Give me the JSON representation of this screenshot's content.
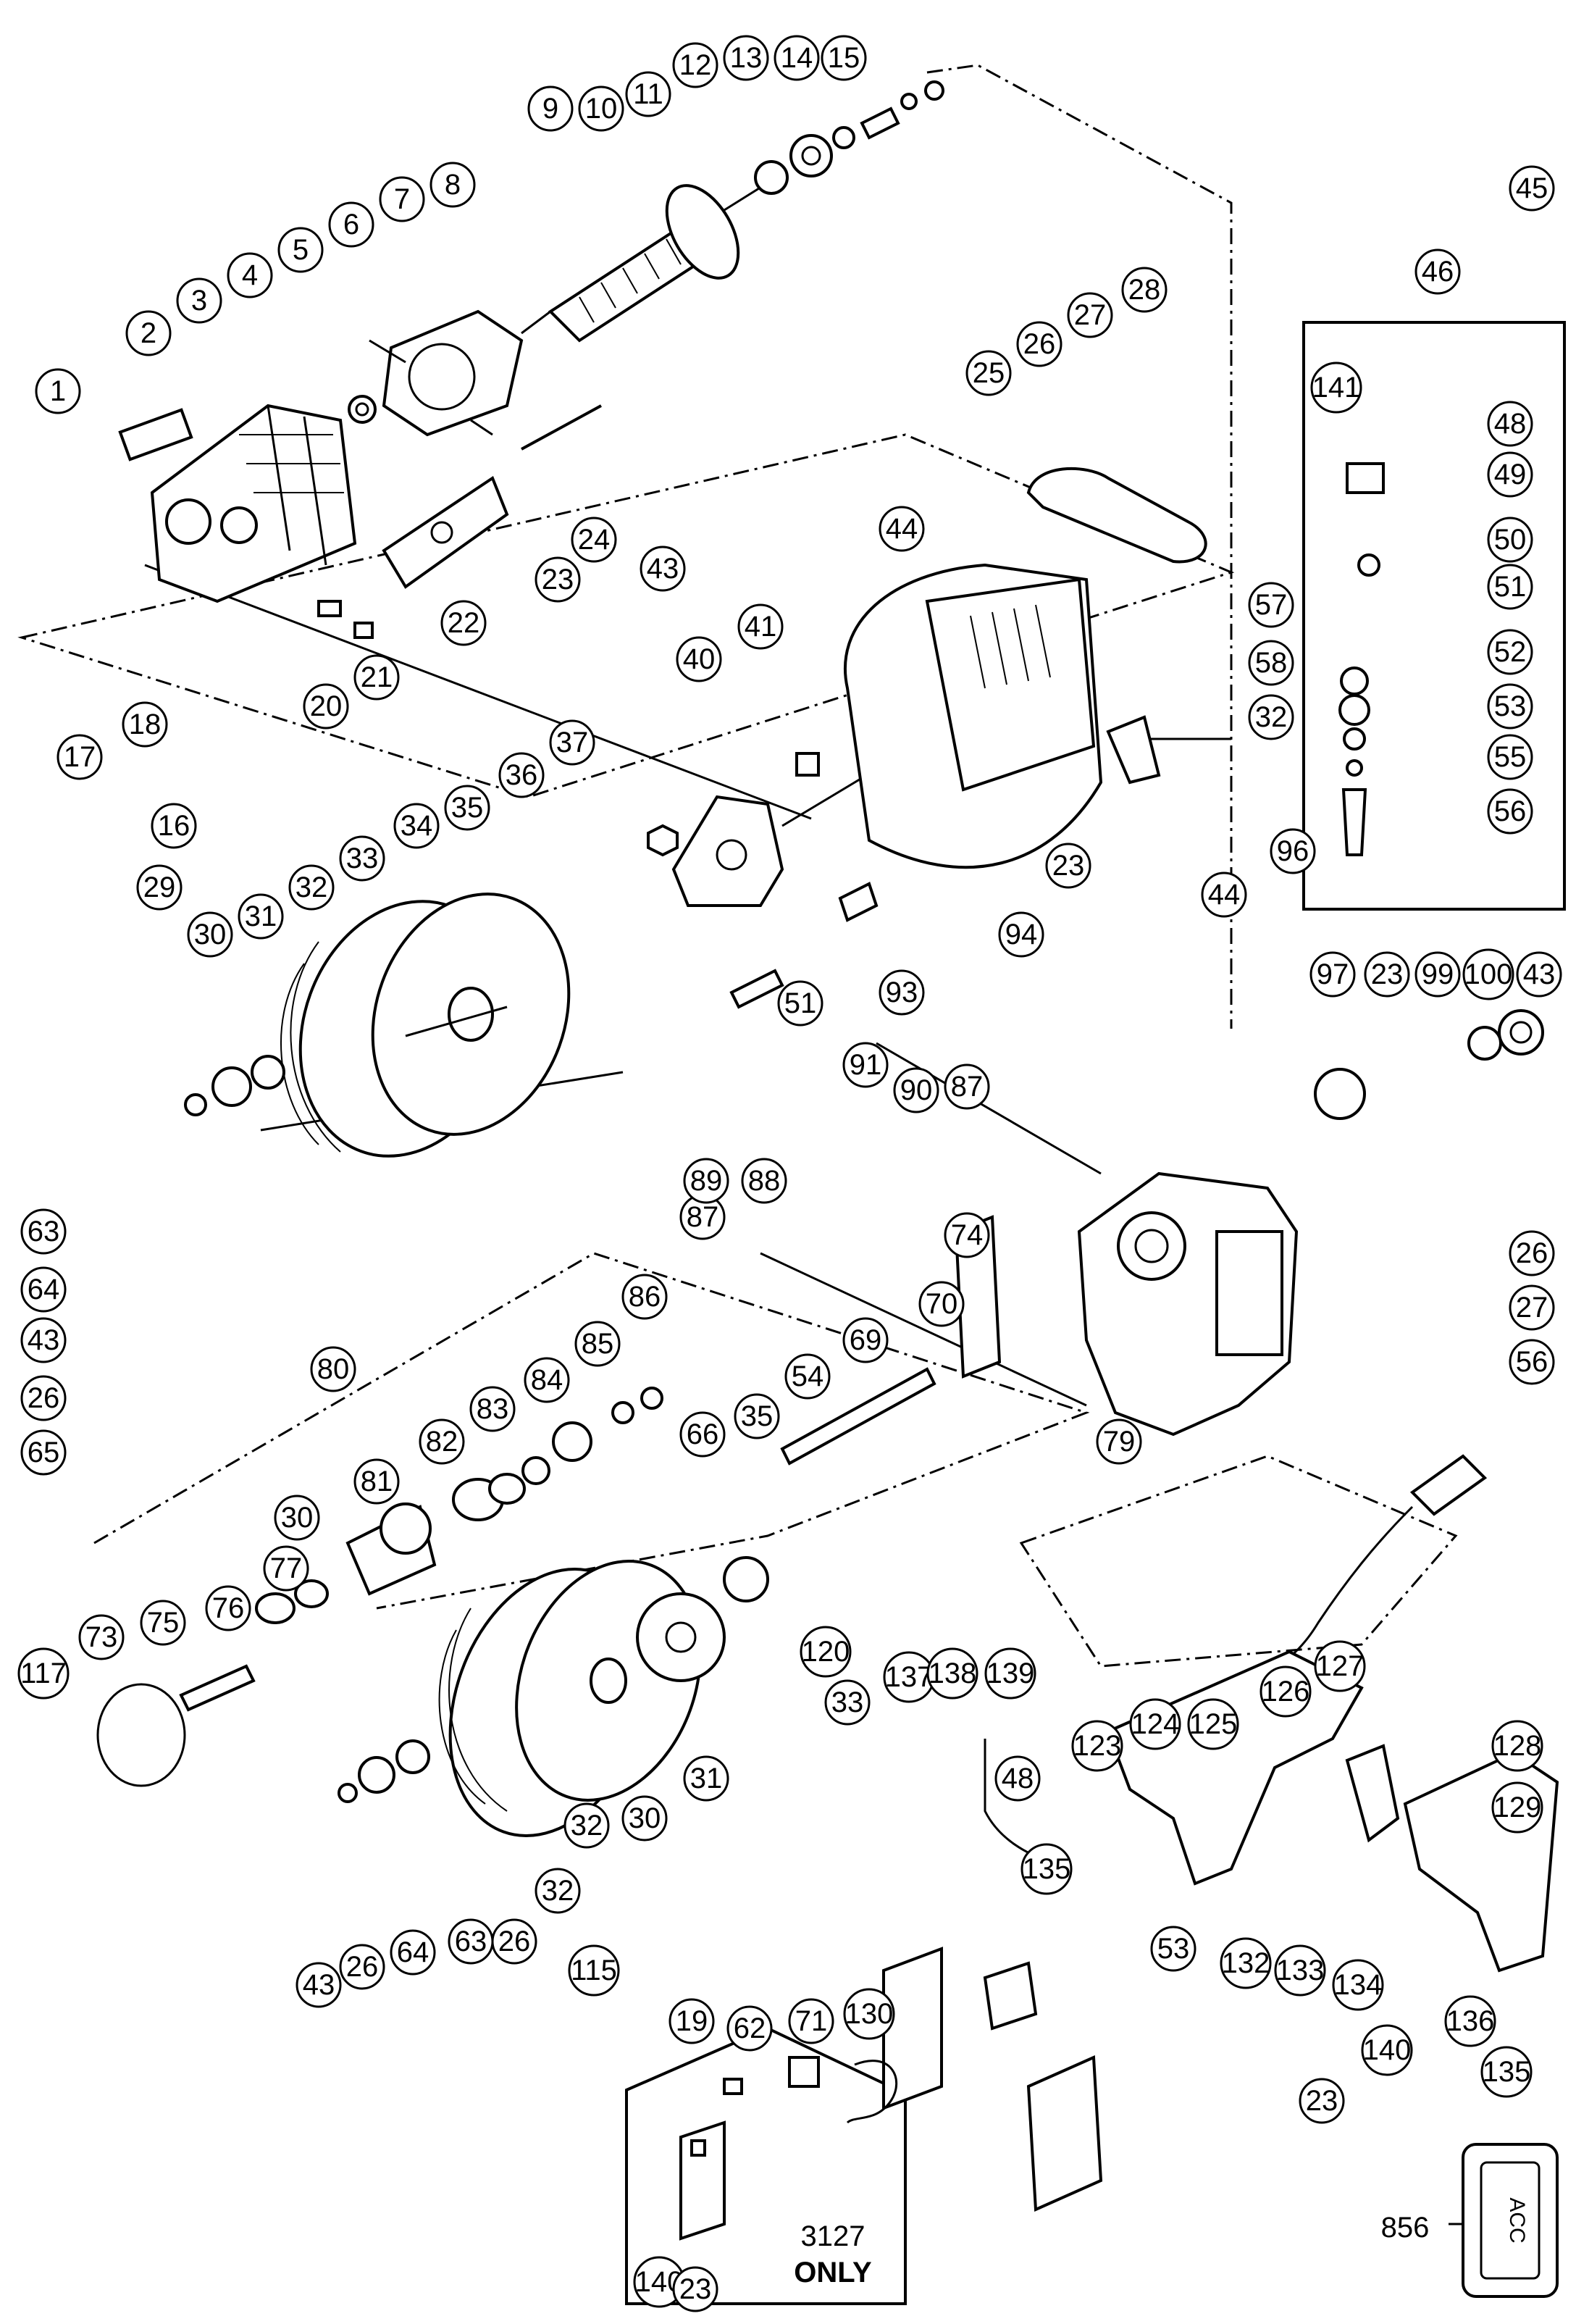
{
  "callouts": [
    "1",
    "2",
    "3",
    "4",
    "5",
    "6",
    "7",
    "8",
    "9",
    "10",
    "11",
    "12",
    "13",
    "14",
    "15",
    "16",
    "17",
    "18",
    "20",
    "21",
    "22",
    "23",
    "24",
    "25",
    "26",
    "27",
    "28",
    "29",
    "30",
    "31",
    "32",
    "33",
    "34",
    "35",
    "36",
    "37",
    "40",
    "41",
    "43",
    "44",
    "45",
    "46",
    "141",
    "48",
    "49",
    "50",
    "51",
    "52",
    "53",
    "55",
    "56",
    "57",
    "58",
    "32",
    "63",
    "64",
    "43",
    "26",
    "65",
    "66",
    "35",
    "54",
    "69",
    "70",
    "74",
    "80",
    "81",
    "82",
    "83",
    "84",
    "85",
    "86",
    "87",
    "88",
    "89",
    "87",
    "90",
    "91",
    "51",
    "93",
    "94",
    "23",
    "44",
    "96",
    "97",
    "23",
    "99",
    "100",
    "43",
    "26",
    "27",
    "56",
    "79",
    "30",
    "77",
    "76",
    "75",
    "73",
    "117",
    "115",
    "26",
    "32",
    "63",
    "64",
    "26",
    "43",
    "33",
    "120",
    "31",
    "30",
    "32",
    "127",
    "126",
    "125",
    "124",
    "123",
    "48",
    "128",
    "129",
    "135",
    "53",
    "132",
    "133",
    "134",
    "136",
    "135",
    "137",
    "138",
    "139",
    "140",
    "23",
    "19",
    "62",
    "71",
    "130",
    "140",
    "23",
    "856"
  ],
  "variant_note": {
    "line1": "3127",
    "line2": "ONLY"
  },
  "accessory_label": "ACC"
}
